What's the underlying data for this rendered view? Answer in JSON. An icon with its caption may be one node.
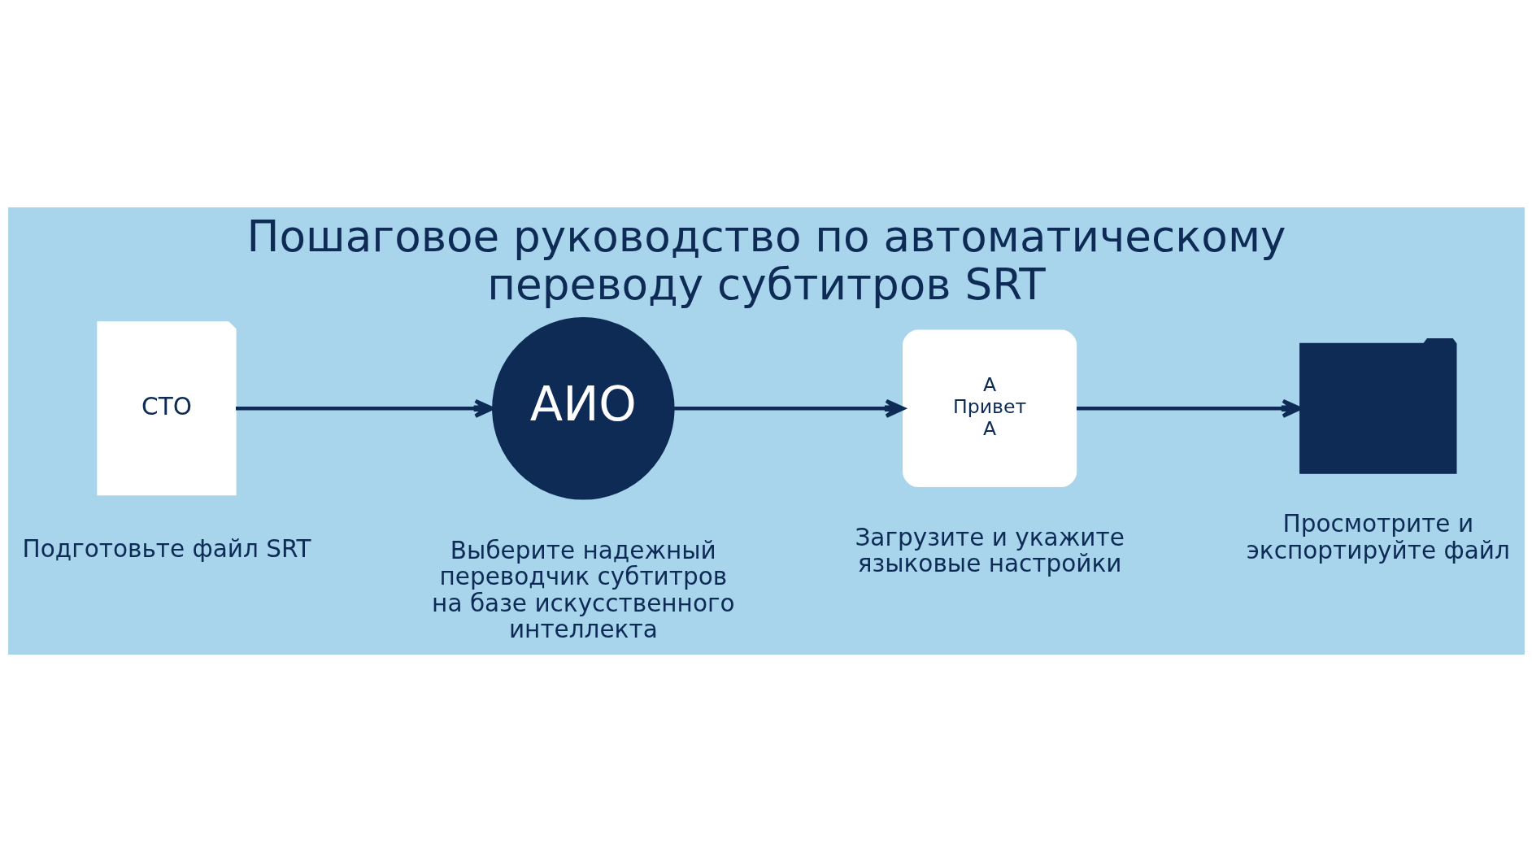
{
  "diagram": {
    "title": "Пошаговое руководство по автоматическому переводу субтитров SRT",
    "nodes": [
      {
        "text": [
          "СТО"
        ],
        "beside": [
          "Подготовьте файл SRT"
        ]
      },
      {
        "text": [
          "АИО"
        ],
        "beside": [
          "Выберите надежный переводчик субтитров на базе искусственного интеллекта"
        ]
      },
      {
        "text": [
          "A",
          "Привет",
          "A"
        ],
        "beside": [
          "Загрузите и укажите языковые настройки"
        ]
      },
      {
        "text": [],
        "shape": "folder",
        "beside": [
          "Просмотрите и экспортируйте файл"
        ]
      }
    ],
    "edges": [
      {
        "from": 0,
        "to": 1,
        "arrow": "to"
      },
      {
        "from": 1,
        "to": 2,
        "arrow": "to"
      },
      {
        "from": 2,
        "to": 3,
        "arrow": "to"
      }
    ]
  }
}
